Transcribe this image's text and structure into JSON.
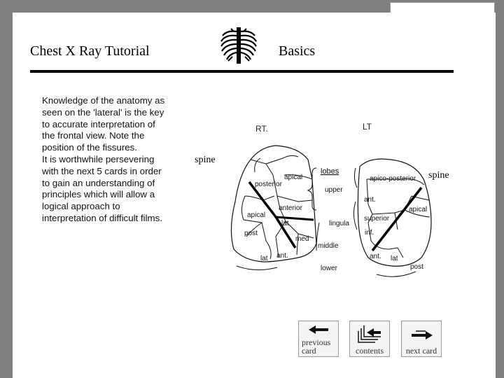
{
  "header": {
    "title": "Chest X Ray Tutorial",
    "subtitle": "Basics",
    "logo_icon": "ribcage-xray-icon"
  },
  "body": {
    "paragraph1": "Knowledge of the anatomy as seen on the 'lateral' is the key to accurate interpretation of the frontal view. Note the position of the fissures.",
    "paragraph2": "It is worthwhile persevering with the next 5 cards in order to gain an understanding of principles which will allow a logical approach to interpretation of difficult films."
  },
  "diagram": {
    "right_heading": "RT.",
    "left_heading": "LT",
    "spine_left": "spine",
    "spine_right": "spine",
    "lobes_heading": "lobes",
    "lobes": [
      "upper",
      "lingula",
      "middle",
      "lower"
    ],
    "right_lung_labels": [
      "apical",
      "posterior",
      "anterior",
      "apical",
      "lat",
      "post",
      "med",
      "lat",
      "ant."
    ],
    "left_lung_labels": [
      "apico-posterior",
      "ant.",
      "apical",
      "superior",
      "inf.",
      "ant.",
      "lat",
      "post"
    ]
  },
  "navigation": {
    "previous_label_1": "previous",
    "previous_label_2": "card",
    "contents_label": "contents",
    "next_label": "next card"
  },
  "colors": {
    "background": "#808080",
    "card": "#ffffff",
    "ink": "#000000"
  }
}
